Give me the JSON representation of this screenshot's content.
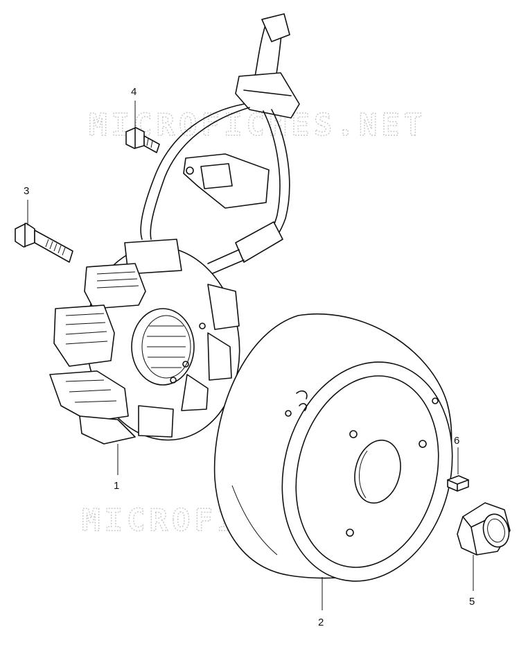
{
  "watermarks": [
    "MICROFICHES.NET",
    "MICROFICHES.NET"
  ],
  "callouts": [
    {
      "id": "1",
      "label": "1"
    },
    {
      "id": "2",
      "label": "2"
    },
    {
      "id": "3",
      "label": "3"
    },
    {
      "id": "4",
      "label": "4"
    },
    {
      "id": "5",
      "label": "5"
    },
    {
      "id": "6",
      "label": "6"
    }
  ]
}
